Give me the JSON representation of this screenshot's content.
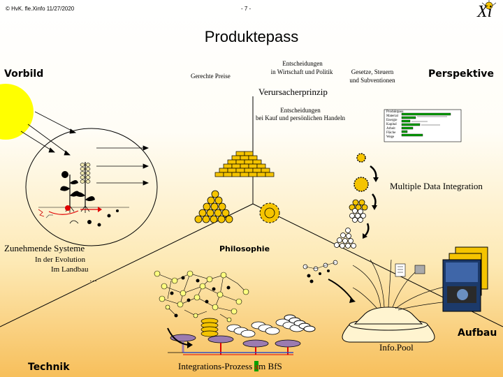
{
  "header": {
    "copyright": "© HvK. fle.Xinfo 11/27/2020",
    "page_number": "- 7 -",
    "logo_text": "Xi"
  },
  "title": "Produktepass",
  "labels": {
    "vorbild": "Vorbild",
    "perspektive": "Perspektive",
    "gerechte_preise": "Gerechte Preise",
    "entscheidungen_wirtschaft_1": "Entscheidungen",
    "entscheidungen_wirtschaft_2": "in Wirtschaft und Politik",
    "gesetze_1": "Gesetze, Steuern",
    "gesetze_2": "und Subventionen",
    "verursacherprinzip": "Verursacherprinzip",
    "entscheidungen_kauf_1": "Entscheidungen",
    "entscheidungen_kauf_2": "bei Kauf und persönlichen Handeln",
    "multiple_data": "Multiple Data Integration",
    "zunehmende_systeme": "Zunehmende Systeme",
    "evolution": "In der Evolution",
    "landbau": "Im Landbau",
    "ellipsis": "…",
    "philosophie": "Philosophie",
    "aufbau": "Aufbau",
    "infopool": "Info.Pool",
    "technik": "Technik",
    "integrations_prozess_a": "Integrations-Prozess ",
    "integrations_prozess_b": "a",
    "integrations_prozess_c": "m BfS"
  },
  "chart_legend": [
    "Produktpass",
    "Material",
    "Energie",
    "Kapital",
    "Arbeit",
    "Fläche",
    "Wege"
  ],
  "colors": {
    "sun": "#ffff00",
    "gold": "#f5c400",
    "background_bottom": "#f7bf5b",
    "accent_green": "#00a000",
    "accent_red": "#e00000"
  }
}
